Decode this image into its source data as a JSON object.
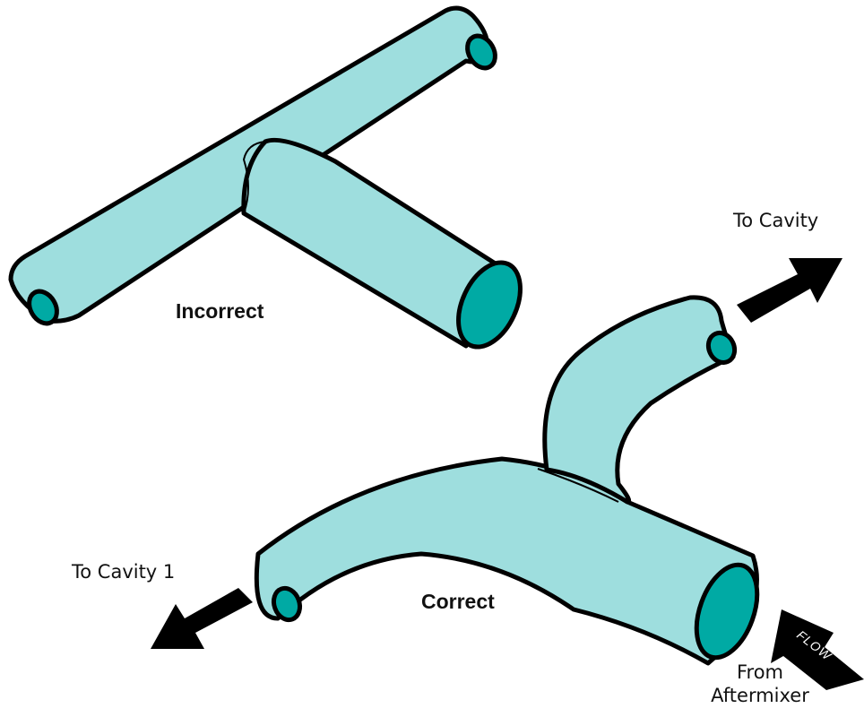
{
  "colors": {
    "pipe_fill": "#9edede",
    "pipe_end": "#00aaa4",
    "outline": "#000000",
    "arrow": "#000000"
  },
  "labels": {
    "incorrect": "Incorrect",
    "correct": "Correct",
    "to_cavity": "To Cavity",
    "to_cavity_1": "To Cavity 1",
    "from_line1": "From",
    "from_line2": "Aftermixer",
    "flow": "FLOW"
  },
  "icons": [
    "arrow-to-cavity-icon",
    "arrow-to-cavity-1-icon",
    "arrow-from-aftermixer-icon"
  ]
}
